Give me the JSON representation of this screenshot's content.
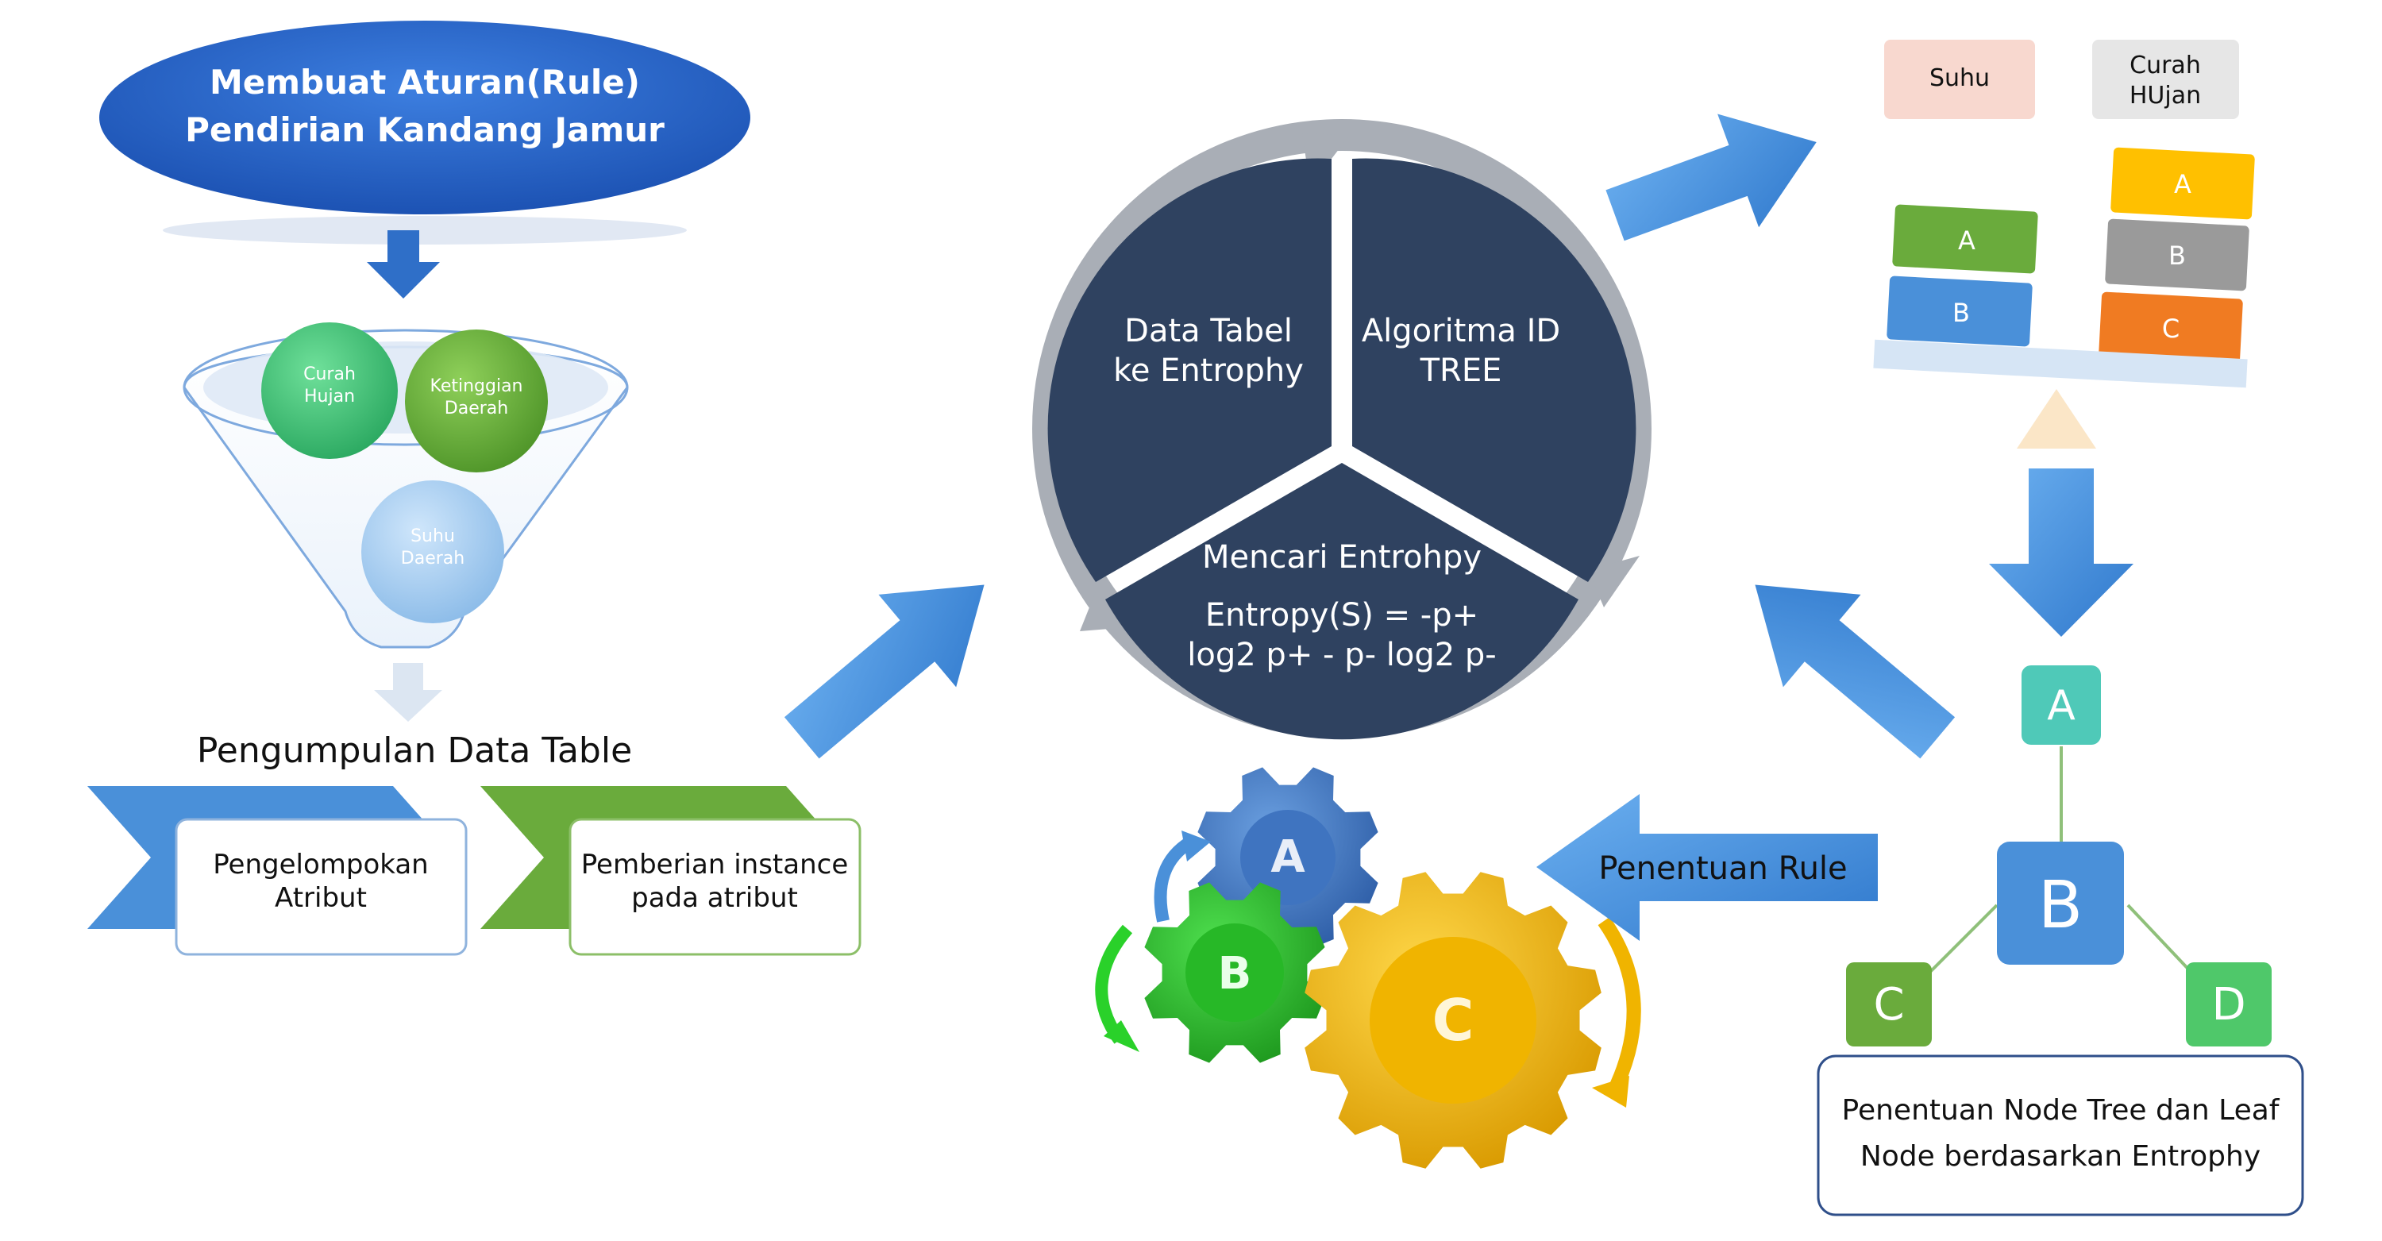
{
  "title": {
    "line1": "Membuat Aturan(Rule)",
    "line2": "Pendirian Kandang Jamur"
  },
  "funnel": {
    "circle1": "Curah\nHujan",
    "circle2": "Ketinggian\nDaerah",
    "circle3": "Suhu\nDaerah"
  },
  "data_table_label": "Pengumpulan Data Table",
  "chevrons": {
    "left": "Pengelompokan\nAtribut",
    "right": "Pemberian instance\npada atribut"
  },
  "cycle": {
    "segment_left": "Data Tabel\nke Entrophy",
    "segment_right": "Algoritma ID\nTREE",
    "segment_bottom_title": "Mencari Entrohpy",
    "segment_bottom_formula": "Entropy(S) = -p+\nlog2 p+ - p- log2 p-"
  },
  "gears": {
    "a": "A",
    "b": "B",
    "c": "C"
  },
  "rule_arrow_label": "Penentuan Rule",
  "balance": {
    "header_left": "Suhu",
    "header_right": "Curah\nHUjan",
    "left_stack": [
      "A",
      "B"
    ],
    "right_stack": [
      "A",
      "B",
      "C"
    ]
  },
  "tree": {
    "root": "A",
    "mid": "B",
    "leaf_left": "C",
    "leaf_right": "D",
    "caption": "Penentuan Node Tree dan Leaf\nNode berdasarkan Entrophy"
  },
  "colors": {
    "navy": "#2f4260",
    "arrow_blue": "#4a90d9",
    "green": "#6aab3c",
    "teal": "#4fc9b8",
    "orange": "#f07b22",
    "yellow": "#ffc000",
    "gray": "#9a9a9a"
  }
}
